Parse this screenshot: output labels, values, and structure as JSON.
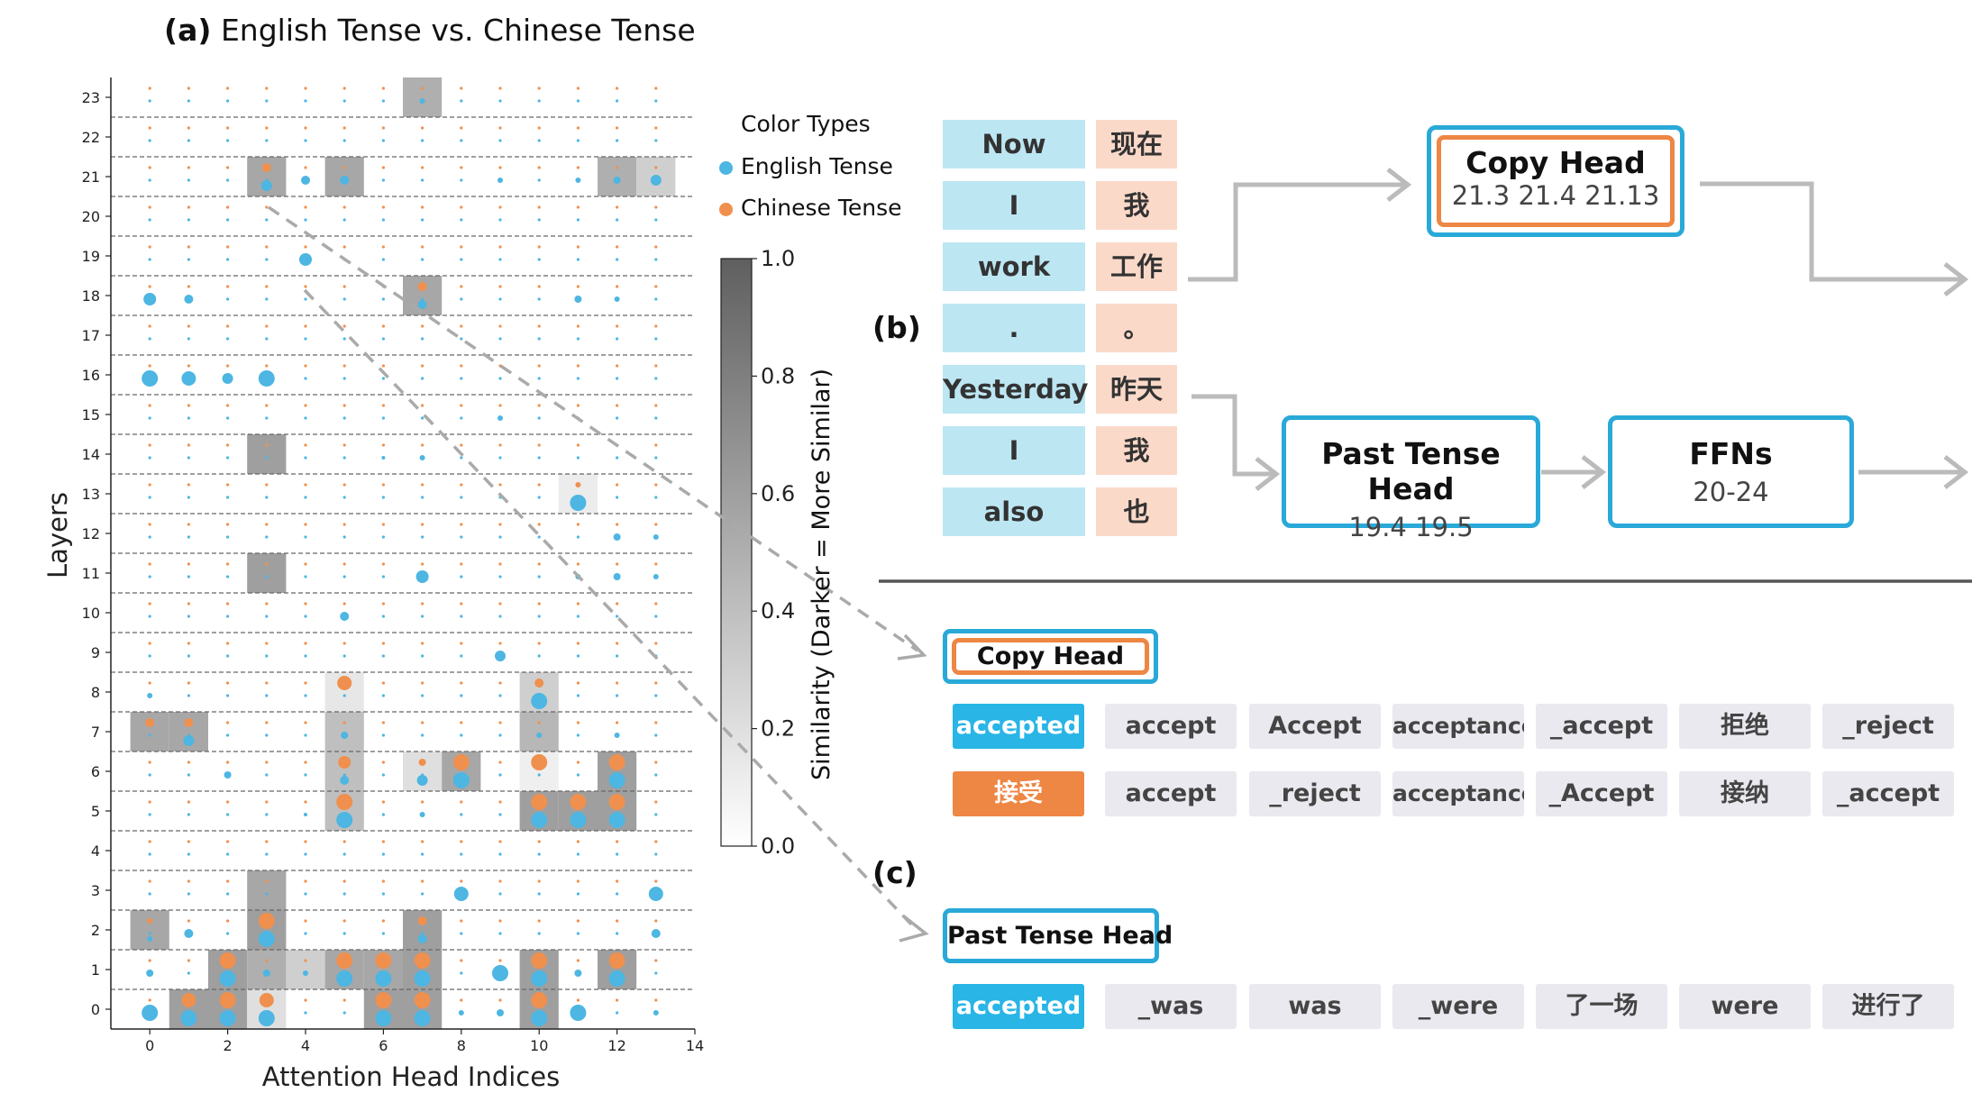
{
  "panel_a": {
    "label": "(a)",
    "title_rest": "English Tense vs. Chinese Tense",
    "legend": {
      "title": "Color Types",
      "items": [
        {
          "label": "English Tense",
          "color": "#4db6e2"
        },
        {
          "label": "Chinese Tense",
          "color": "#f0904e"
        }
      ]
    },
    "colorbar": {
      "label": "Similarity (Darker = More Similar)",
      "ticks": [
        "1.0",
        "0.8",
        "0.6",
        "0.4",
        "0.2",
        "0.0"
      ]
    }
  },
  "chart_data": {
    "type": "scatter",
    "xlabel": "Attention Head Indices",
    "ylabel": "Layers",
    "xlim": [
      -1,
      14
    ],
    "ylim": [
      -0.5,
      23.5
    ],
    "x_ticks": [
      "0",
      "2",
      "4",
      "6",
      "8",
      "10",
      "12",
      "14"
    ],
    "y_ticks": [
      "0",
      "1",
      "2",
      "3",
      "4",
      "5",
      "6",
      "7",
      "8",
      "9",
      "10",
      "11",
      "12",
      "13",
      "14",
      "15",
      "16",
      "17",
      "18",
      "19",
      "20",
      "21",
      "22",
      "23"
    ],
    "similarity_cells": [
      {
        "layer": 23,
        "head": 7,
        "v": 0.5
      },
      {
        "layer": 21,
        "head": 3,
        "v": 0.55
      },
      {
        "layer": 21,
        "head": 5,
        "v": 0.55
      },
      {
        "layer": 21,
        "head": 12,
        "v": 0.5
      },
      {
        "layer": 21,
        "head": 13,
        "v": 0.3
      },
      {
        "layer": 18,
        "head": 7,
        "v": 0.55
      },
      {
        "layer": 14,
        "head": 3,
        "v": 0.6
      },
      {
        "layer": 13,
        "head": 11,
        "v": 0.12
      },
      {
        "layer": 11,
        "head": 3,
        "v": 0.6
      },
      {
        "layer": 8,
        "head": 5,
        "v": 0.15
      },
      {
        "layer": 8,
        "head": 10,
        "v": 0.3
      },
      {
        "layer": 7,
        "head": 0,
        "v": 0.55
      },
      {
        "layer": 7,
        "head": 1,
        "v": 0.55
      },
      {
        "layer": 7,
        "head": 5,
        "v": 0.4
      },
      {
        "layer": 7,
        "head": 10,
        "v": 0.45
      },
      {
        "layer": 6,
        "head": 5,
        "v": 0.4
      },
      {
        "layer": 6,
        "head": 7,
        "v": 0.2
      },
      {
        "layer": 6,
        "head": 8,
        "v": 0.55
      },
      {
        "layer": 6,
        "head": 10,
        "v": 0.1
      },
      {
        "layer": 6,
        "head": 12,
        "v": 0.6
      },
      {
        "layer": 5,
        "head": 5,
        "v": 0.4
      },
      {
        "layer": 5,
        "head": 10,
        "v": 0.6
      },
      {
        "layer": 5,
        "head": 11,
        "v": 0.6
      },
      {
        "layer": 5,
        "head": 12,
        "v": 0.6
      },
      {
        "layer": 3,
        "head": 3,
        "v": 0.55
      },
      {
        "layer": 2,
        "head": 0,
        "v": 0.55
      },
      {
        "layer": 2,
        "head": 3,
        "v": 0.6
      },
      {
        "layer": 2,
        "head": 7,
        "v": 0.6
      },
      {
        "layer": 1,
        "head": 2,
        "v": 0.6
      },
      {
        "layer": 1,
        "head": 3,
        "v": 0.5
      },
      {
        "layer": 1,
        "head": 4,
        "v": 0.3
      },
      {
        "layer": 1,
        "head": 5,
        "v": 0.55
      },
      {
        "layer": 1,
        "head": 6,
        "v": 0.55
      },
      {
        "layer": 1,
        "head": 7,
        "v": 0.6
      },
      {
        "layer": 1,
        "head": 10,
        "v": 0.6
      },
      {
        "layer": 1,
        "head": 12,
        "v": 0.6
      },
      {
        "layer": 0,
        "head": 1,
        "v": 0.6
      },
      {
        "layer": 0,
        "head": 2,
        "v": 0.6
      },
      {
        "layer": 0,
        "head": 3,
        "v": 0.2
      },
      {
        "layer": 0,
        "head": 6,
        "v": 0.6
      },
      {
        "layer": 0,
        "head": 7,
        "v": 0.6
      },
      {
        "layer": 0,
        "head": 10,
        "v": 0.6
      }
    ],
    "series": [
      {
        "name": "English Tense",
        "color": "#4db6e2",
        "points": [
          {
            "layer": 23,
            "head": 7,
            "s": 3
          },
          {
            "layer": 21,
            "head": 3,
            "s": 6
          },
          {
            "layer": 21,
            "head": 4,
            "s": 5
          },
          {
            "layer": 21,
            "head": 5,
            "s": 5
          },
          {
            "layer": 21,
            "head": 9,
            "s": 3
          },
          {
            "layer": 21,
            "head": 11,
            "s": 3
          },
          {
            "layer": 21,
            "head": 12,
            "s": 4
          },
          {
            "layer": 21,
            "head": 13,
            "s": 6
          },
          {
            "layer": 19,
            "head": 4,
            "s": 7
          },
          {
            "layer": 18,
            "head": 0,
            "s": 7
          },
          {
            "layer": 18,
            "head": 1,
            "s": 5
          },
          {
            "layer": 18,
            "head": 7,
            "s": 5
          },
          {
            "layer": 18,
            "head": 11,
            "s": 4
          },
          {
            "layer": 18,
            "head": 12,
            "s": 3
          },
          {
            "layer": 16,
            "head": 0,
            "s": 9
          },
          {
            "layer": 16,
            "head": 1,
            "s": 8
          },
          {
            "layer": 16,
            "head": 2,
            "s": 6
          },
          {
            "layer": 16,
            "head": 3,
            "s": 9
          },
          {
            "layer": 15,
            "head": 9,
            "s": 3
          },
          {
            "layer": 14,
            "head": 6,
            "s": 2
          },
          {
            "layer": 14,
            "head": 7,
            "s": 3
          },
          {
            "layer": 13,
            "head": 11,
            "s": 9
          },
          {
            "layer": 12,
            "head": 12,
            "s": 4
          },
          {
            "layer": 12,
            "head": 13,
            "s": 3
          },
          {
            "layer": 11,
            "head": 7,
            "s": 7
          },
          {
            "layer": 11,
            "head": 11,
            "s": 3
          },
          {
            "layer": 11,
            "head": 12,
            "s": 4
          },
          {
            "layer": 11,
            "head": 13,
            "s": 3
          },
          {
            "layer": 10,
            "head": 5,
            "s": 5
          },
          {
            "layer": 9,
            "head": 9,
            "s": 6
          },
          {
            "layer": 8,
            "head": 0,
            "s": 3
          },
          {
            "layer": 8,
            "head": 10,
            "s": 9
          },
          {
            "layer": 7,
            "head": 1,
            "s": 6
          },
          {
            "layer": 7,
            "head": 5,
            "s": 4
          },
          {
            "layer": 7,
            "head": 10,
            "s": 3
          },
          {
            "layer": 7,
            "head": 12,
            "s": 3
          },
          {
            "layer": 6,
            "head": 2,
            "s": 4
          },
          {
            "layer": 6,
            "head": 5,
            "s": 5
          },
          {
            "layer": 6,
            "head": 7,
            "s": 6
          },
          {
            "layer": 6,
            "head": 8,
            "s": 9
          },
          {
            "layer": 6,
            "head": 12,
            "s": 9
          },
          {
            "layer": 5,
            "head": 4,
            "s": 2
          },
          {
            "layer": 5,
            "head": 5,
            "s": 9
          },
          {
            "layer": 5,
            "head": 7,
            "s": 3
          },
          {
            "layer": 5,
            "head": 10,
            "s": 9
          },
          {
            "layer": 5,
            "head": 11,
            "s": 9
          },
          {
            "layer": 5,
            "head": 12,
            "s": 9
          },
          {
            "layer": 3,
            "head": 8,
            "s": 8
          },
          {
            "layer": 3,
            "head": 13,
            "s": 8
          },
          {
            "layer": 2,
            "head": 0,
            "s": 3
          },
          {
            "layer": 2,
            "head": 1,
            "s": 5
          },
          {
            "layer": 2,
            "head": 3,
            "s": 9
          },
          {
            "layer": 2,
            "head": 7,
            "s": 5
          },
          {
            "layer": 2,
            "head": 13,
            "s": 5
          },
          {
            "layer": 1,
            "head": 0,
            "s": 4
          },
          {
            "layer": 1,
            "head": 2,
            "s": 9
          },
          {
            "layer": 1,
            "head": 3,
            "s": 4
          },
          {
            "layer": 1,
            "head": 4,
            "s": 3
          },
          {
            "layer": 1,
            "head": 5,
            "s": 9
          },
          {
            "layer": 1,
            "head": 6,
            "s": 9
          },
          {
            "layer": 1,
            "head": 7,
            "s": 9
          },
          {
            "layer": 1,
            "head": 9,
            "s": 9
          },
          {
            "layer": 1,
            "head": 10,
            "s": 9
          },
          {
            "layer": 1,
            "head": 11,
            "s": 4
          },
          {
            "layer": 1,
            "head": 12,
            "s": 9
          },
          {
            "layer": 0,
            "head": 0,
            "s": 9
          },
          {
            "layer": 0,
            "head": 1,
            "s": 9
          },
          {
            "layer": 0,
            "head": 2,
            "s": 9
          },
          {
            "layer": 0,
            "head": 3,
            "s": 9
          },
          {
            "layer": 0,
            "head": 6,
            "s": 9
          },
          {
            "layer": 0,
            "head": 7,
            "s": 9
          },
          {
            "layer": 0,
            "head": 8,
            "s": 3
          },
          {
            "layer": 0,
            "head": 9,
            "s": 4
          },
          {
            "layer": 0,
            "head": 10,
            "s": 9
          },
          {
            "layer": 0,
            "head": 11,
            "s": 9
          },
          {
            "layer": 0,
            "head": 13,
            "s": 3
          }
        ]
      },
      {
        "name": "Chinese Tense",
        "color": "#f0904e",
        "points": [
          {
            "layer": 21,
            "head": 3,
            "s": 5
          },
          {
            "layer": 18,
            "head": 7,
            "s": 5
          },
          {
            "layer": 13,
            "head": 11,
            "s": 3
          },
          {
            "layer": 8,
            "head": 5,
            "s": 8
          },
          {
            "layer": 8,
            "head": 10,
            "s": 5
          },
          {
            "layer": 7,
            "head": 0,
            "s": 5
          },
          {
            "layer": 7,
            "head": 1,
            "s": 5
          },
          {
            "layer": 6,
            "head": 5,
            "s": 7
          },
          {
            "layer": 6,
            "head": 7,
            "s": 4
          },
          {
            "layer": 6,
            "head": 8,
            "s": 9
          },
          {
            "layer": 6,
            "head": 10,
            "s": 9
          },
          {
            "layer": 6,
            "head": 12,
            "s": 9
          },
          {
            "layer": 5,
            "head": 5,
            "s": 9
          },
          {
            "layer": 5,
            "head": 10,
            "s": 9
          },
          {
            "layer": 5,
            "head": 11,
            "s": 9
          },
          {
            "layer": 5,
            "head": 12,
            "s": 9
          },
          {
            "layer": 2,
            "head": 0,
            "s": 3
          },
          {
            "layer": 2,
            "head": 3,
            "s": 9
          },
          {
            "layer": 2,
            "head": 7,
            "s": 5
          },
          {
            "layer": 1,
            "head": 2,
            "s": 9
          },
          {
            "layer": 1,
            "head": 5,
            "s": 9
          },
          {
            "layer": 1,
            "head": 6,
            "s": 9
          },
          {
            "layer": 1,
            "head": 7,
            "s": 9
          },
          {
            "layer": 1,
            "head": 10,
            "s": 9
          },
          {
            "layer": 1,
            "head": 12,
            "s": 9
          },
          {
            "layer": 0,
            "head": 1,
            "s": 8
          },
          {
            "layer": 0,
            "head": 2,
            "s": 9
          },
          {
            "layer": 0,
            "head": 3,
            "s": 8
          },
          {
            "layer": 0,
            "head": 6,
            "s": 9
          },
          {
            "layer": 0,
            "head": 7,
            "s": 9
          },
          {
            "layer": 0,
            "head": 10,
            "s": 9
          }
        ]
      }
    ]
  },
  "panel_b": {
    "label": "(b)",
    "en_tokens": [
      "Now",
      "I",
      "work",
      ".",
      "Yesterday",
      "I",
      "also"
    ],
    "zh_tokens": [
      "现在",
      "我",
      "工作",
      "。",
      "昨天",
      "我",
      "也"
    ],
    "copy_head": {
      "title": "Copy Head",
      "heads": "21.3 21.4 21.13"
    },
    "past_head": {
      "title": "Past Tense Head",
      "heads": "19.4 19.5"
    },
    "ffns": {
      "title": "FFNs",
      "layers": "20-24"
    }
  },
  "panel_c": {
    "label": "(c)",
    "copy_head_tag": "Copy Head",
    "copy_rows": [
      [
        "accepted",
        "accept",
        "Accept",
        "acceptance",
        "_accept",
        "拒绝",
        "_reject"
      ],
      [
        "接受",
        "accept",
        "_reject",
        "acceptance",
        "_Accept",
        "接纳",
        "_accept"
      ]
    ],
    "past_head_tag": "Past Tense Head",
    "past_row": [
      "accepted",
      "_was",
      "was",
      "_were",
      "了一场",
      "were",
      "进行了"
    ]
  }
}
